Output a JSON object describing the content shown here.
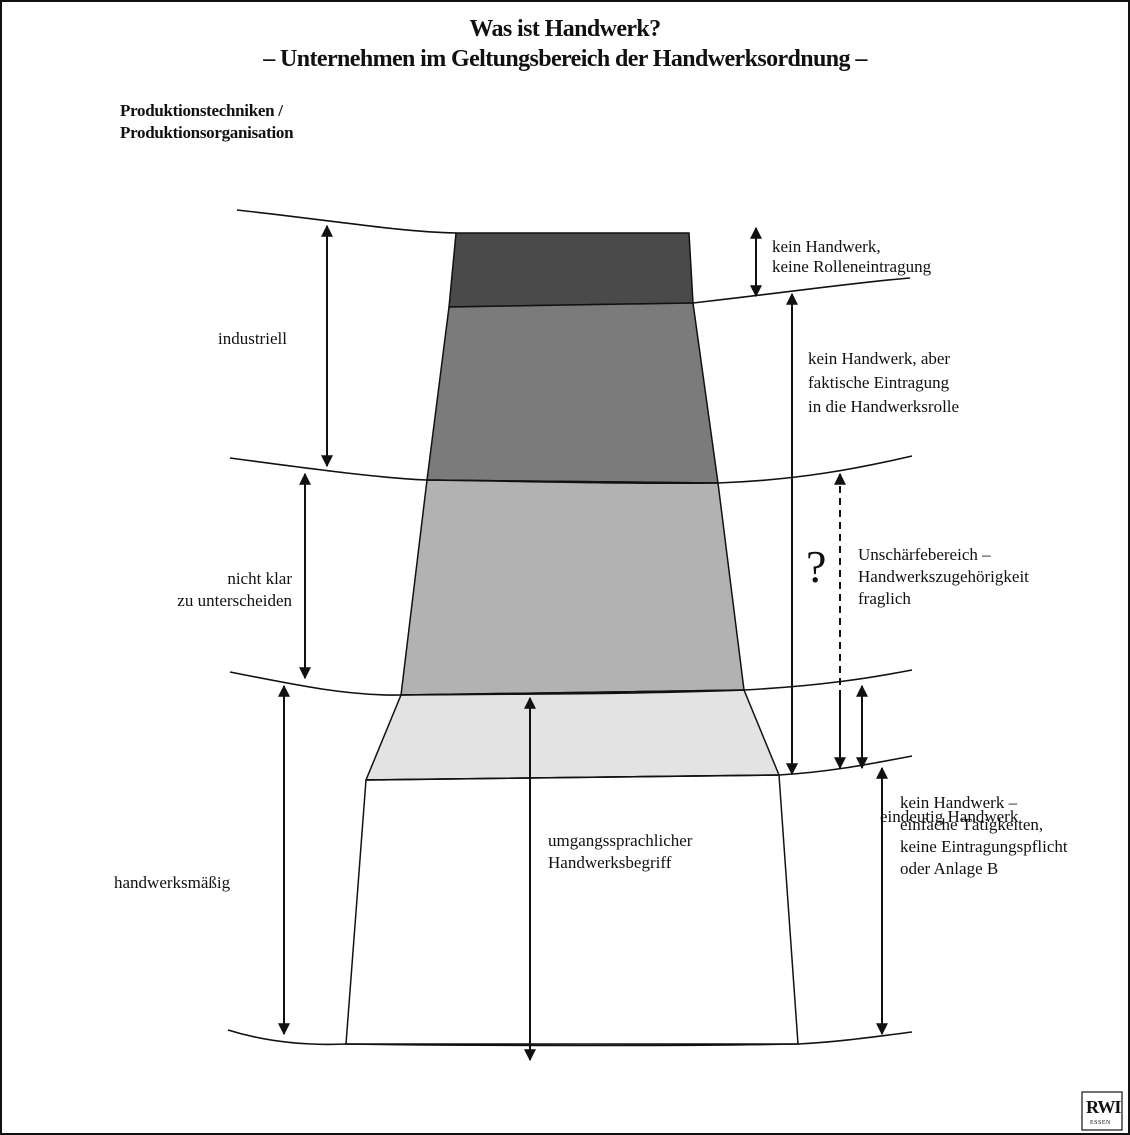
{
  "title": {
    "line1": "Was ist Handwerk?",
    "line2": "– Unternehmen im Geltungsbereich der Handwerksordnung –"
  },
  "axis_label": {
    "line1": "Produktionstechniken /",
    "line2": "Produktionsorganisation"
  },
  "left_labels": {
    "industriell": "industriell",
    "unclear_line1": "nicht klar",
    "unclear_line2": "zu unterscheiden",
    "handwerksmaessig": "handwerksmäßig"
  },
  "center_label": {
    "line1": "umgangssprachlicher",
    "line2": "Handwerksbegriff"
  },
  "right_labels": {
    "no_roll_line1": "kein Handwerk,",
    "no_roll_line2": "keine Rolleneintragung",
    "factual_line1": "kein Handwerk, aber",
    "factual_line2": "faktische Eintragung",
    "factual_line3": "in die Handwerksrolle",
    "question_mark": "?",
    "blur_line1": "Unschärfebereich –",
    "blur_line2": "Handwerkszugehörigkeit",
    "blur_line3": "fraglich",
    "clear": "eindeutig Handwerk",
    "simple_line1": "kein Handwerk –",
    "simple_line2": "einfache Tätigkeiten,",
    "simple_line3": "keine Eintragungspflicht",
    "simple_line4": "oder Anlage B"
  },
  "logo": {
    "text": "RWI",
    "sub": "ESSEN"
  },
  "colors": {
    "band_top": "#4a4a4a",
    "band_2": "#7b7b7b",
    "band_3": "#b2b2b2",
    "band_4": "#e3e3e3",
    "band_bottom": "#ffffff",
    "line": "#111111"
  }
}
